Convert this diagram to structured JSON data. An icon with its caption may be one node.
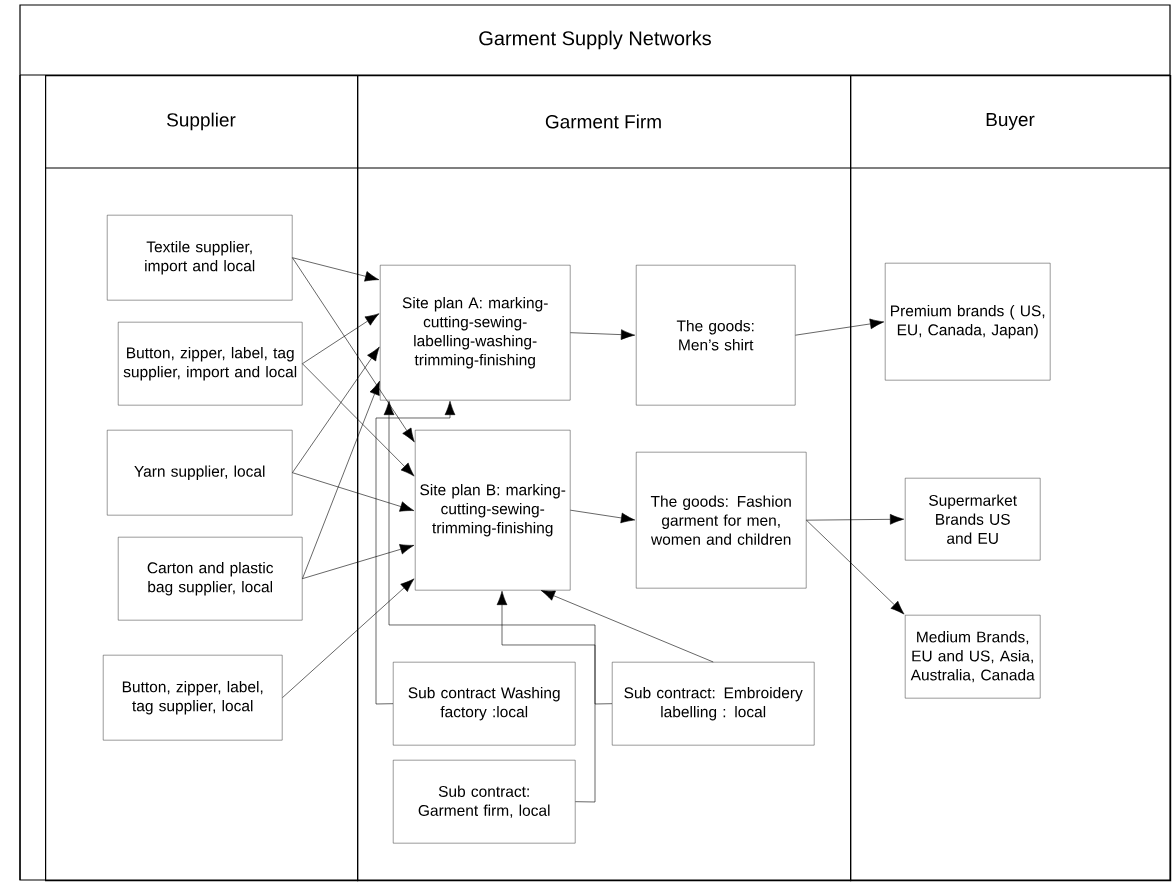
{
  "diagram": {
    "title": "Garment Supply Networks",
    "nodes": [
      {
        "text": [
          "Supplier"
        ]
      },
      {
        "text": [
          "Garment Firm"
        ]
      },
      {
        "text": [
          "Buyer"
        ]
      },
      {
        "text": [
          "Textile supplier, import and local"
        ],
        "in": 0
      },
      {
        "text": [
          "Button, zipper, label, tag supplier, import and local"
        ],
        "in": 0
      },
      {
        "text": [
          "Yarn supplier, local"
        ],
        "in": 0
      },
      {
        "text": [
          "Carton and plastic bag supplier, local"
        ],
        "in": 0
      },
      {
        "text": [
          "Button, zipper, label, tag supplier, local"
        ],
        "in": 0
      },
      {
        "text": [
          "Site plan A: marking-cutting-sewing-labelling-washing-trimming-finishing"
        ],
        "in": 1
      },
      {
        "text": [
          "The goods: Men’s shirt"
        ],
        "in": 1
      },
      {
        "text": [
          "Site plan B: marking-cutting-sewing-trimming-finishing"
        ],
        "in": 1
      },
      {
        "text": [
          "The goods: Fashion garment for men, women and children"
        ],
        "in": 1
      },
      {
        "text": [
          "Sub contract Washing factory :local"
        ],
        "in": 1
      },
      {
        "text": [
          "Sub contract: Embroidery labelling : local"
        ],
        "in": 1
      },
      {
        "text": [
          "Sub contract: Garment firm, local"
        ],
        "in": 1
      },
      {
        "text": [
          "Premium brands ( US, EU, Canada, Japan)"
        ],
        "in": 2
      },
      {
        "text": [
          "Supermarket Brands US and EU"
        ],
        "in": 2
      },
      {
        "text": [
          "Medium Brands, EU and US, Asia, Australia, Canada"
        ],
        "in": 2
      }
    ],
    "edges": [
      {
        "from": 3,
        "to": 8,
        "arrow": "to"
      },
      {
        "from": 3,
        "to": 10,
        "arrow": "to"
      },
      {
        "from": 4,
        "to": 8,
        "arrow": "to"
      },
      {
        "from": 4,
        "to": 10,
        "arrow": "to"
      },
      {
        "from": 5,
        "to": 8,
        "arrow": "to"
      },
      {
        "from": 5,
        "to": 10,
        "arrow": "to"
      },
      {
        "from": 6,
        "to": 8,
        "arrow": "to"
      },
      {
        "from": 6,
        "to": 10,
        "arrow": "to"
      },
      {
        "from": 7,
        "to": 10,
        "arrow": "to"
      },
      {
        "from": 8,
        "to": 9,
        "arrow": "to"
      },
      {
        "from": 10,
        "to": 11,
        "arrow": "to"
      },
      {
        "from": 9,
        "to": 15,
        "arrow": "to"
      },
      {
        "from": 11,
        "to": 16,
        "arrow": "to"
      },
      {
        "from": 11,
        "to": 17,
        "arrow": "to"
      },
      {
        "from": 12,
        "to": 8,
        "arrow": "to"
      },
      {
        "from": 13,
        "to": 8,
        "arrow": "to"
      },
      {
        "from": 13,
        "to": 10,
        "arrow": "to"
      },
      {
        "from": 14,
        "to": 10,
        "arrow": "to"
      }
    ]
  }
}
